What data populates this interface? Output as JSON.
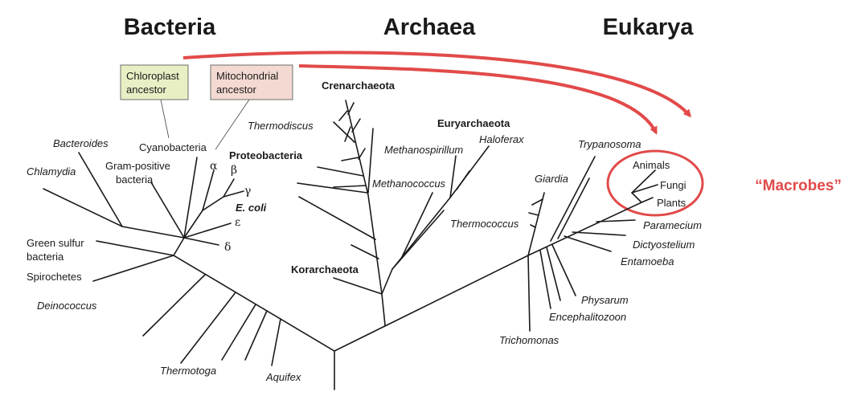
{
  "domains": {
    "bacteria": "Bacteria",
    "archaea": "Archaea",
    "eukarya": "Eukarya"
  },
  "boxes": {
    "chloroplast": [
      "Chloroplast",
      "ancestor"
    ],
    "mitochondrial": [
      "Mitochondrial",
      "ancestor"
    ]
  },
  "macrobes": "“Macrobes”",
  "labels": {
    "bacteroides": "Bacteroides",
    "chlamydia": "Chlamydia",
    "gram_positive": [
      "Gram-positive",
      "bacteria"
    ],
    "cyanobacteria": "Cyanobacteria",
    "proteobacteria": "Proteobacteria",
    "alpha": "α",
    "beta": "β",
    "gamma": "γ",
    "ecoli": "E. coli",
    "epsilon": "ε",
    "delta": "δ",
    "green_sulfur": [
      "Green sulfur",
      "bacteria"
    ],
    "spirochetes": "Spirochetes",
    "deinococcus": "Deinococcus",
    "thermotoga": "Thermotoga",
    "aquifex": "Aquifex",
    "crenarchaeota": "Crenarchaeota",
    "thermodiscus": "Thermodiscus",
    "euryarchaeota": "Euryarchaeota",
    "methanospirillum": "Methanospirillum",
    "haloferax": "Haloferax",
    "methanococcus": "Methanococcus",
    "thermococcus": "Thermococcus",
    "korarchaeota": "Korarchaeota",
    "trypanosoma": "Trypanosoma",
    "giardia": "Giardia",
    "animals": "Animals",
    "fungi": "Fungi",
    "plants": "Plants",
    "paramecium": "Paramecium",
    "dictyostelium": "Dictyostelium",
    "entamoeba": "Entamoeba",
    "physarum": "Physarum",
    "encephalitozoon": "Encephalitozoon",
    "trichomonas": "Trichomonas"
  },
  "colors": {
    "accent": "#e24a4a",
    "chloroplast_box": "#e9efc4",
    "mitochondrial_box": "#f3d9d1",
    "line": "#1a1a1a"
  }
}
